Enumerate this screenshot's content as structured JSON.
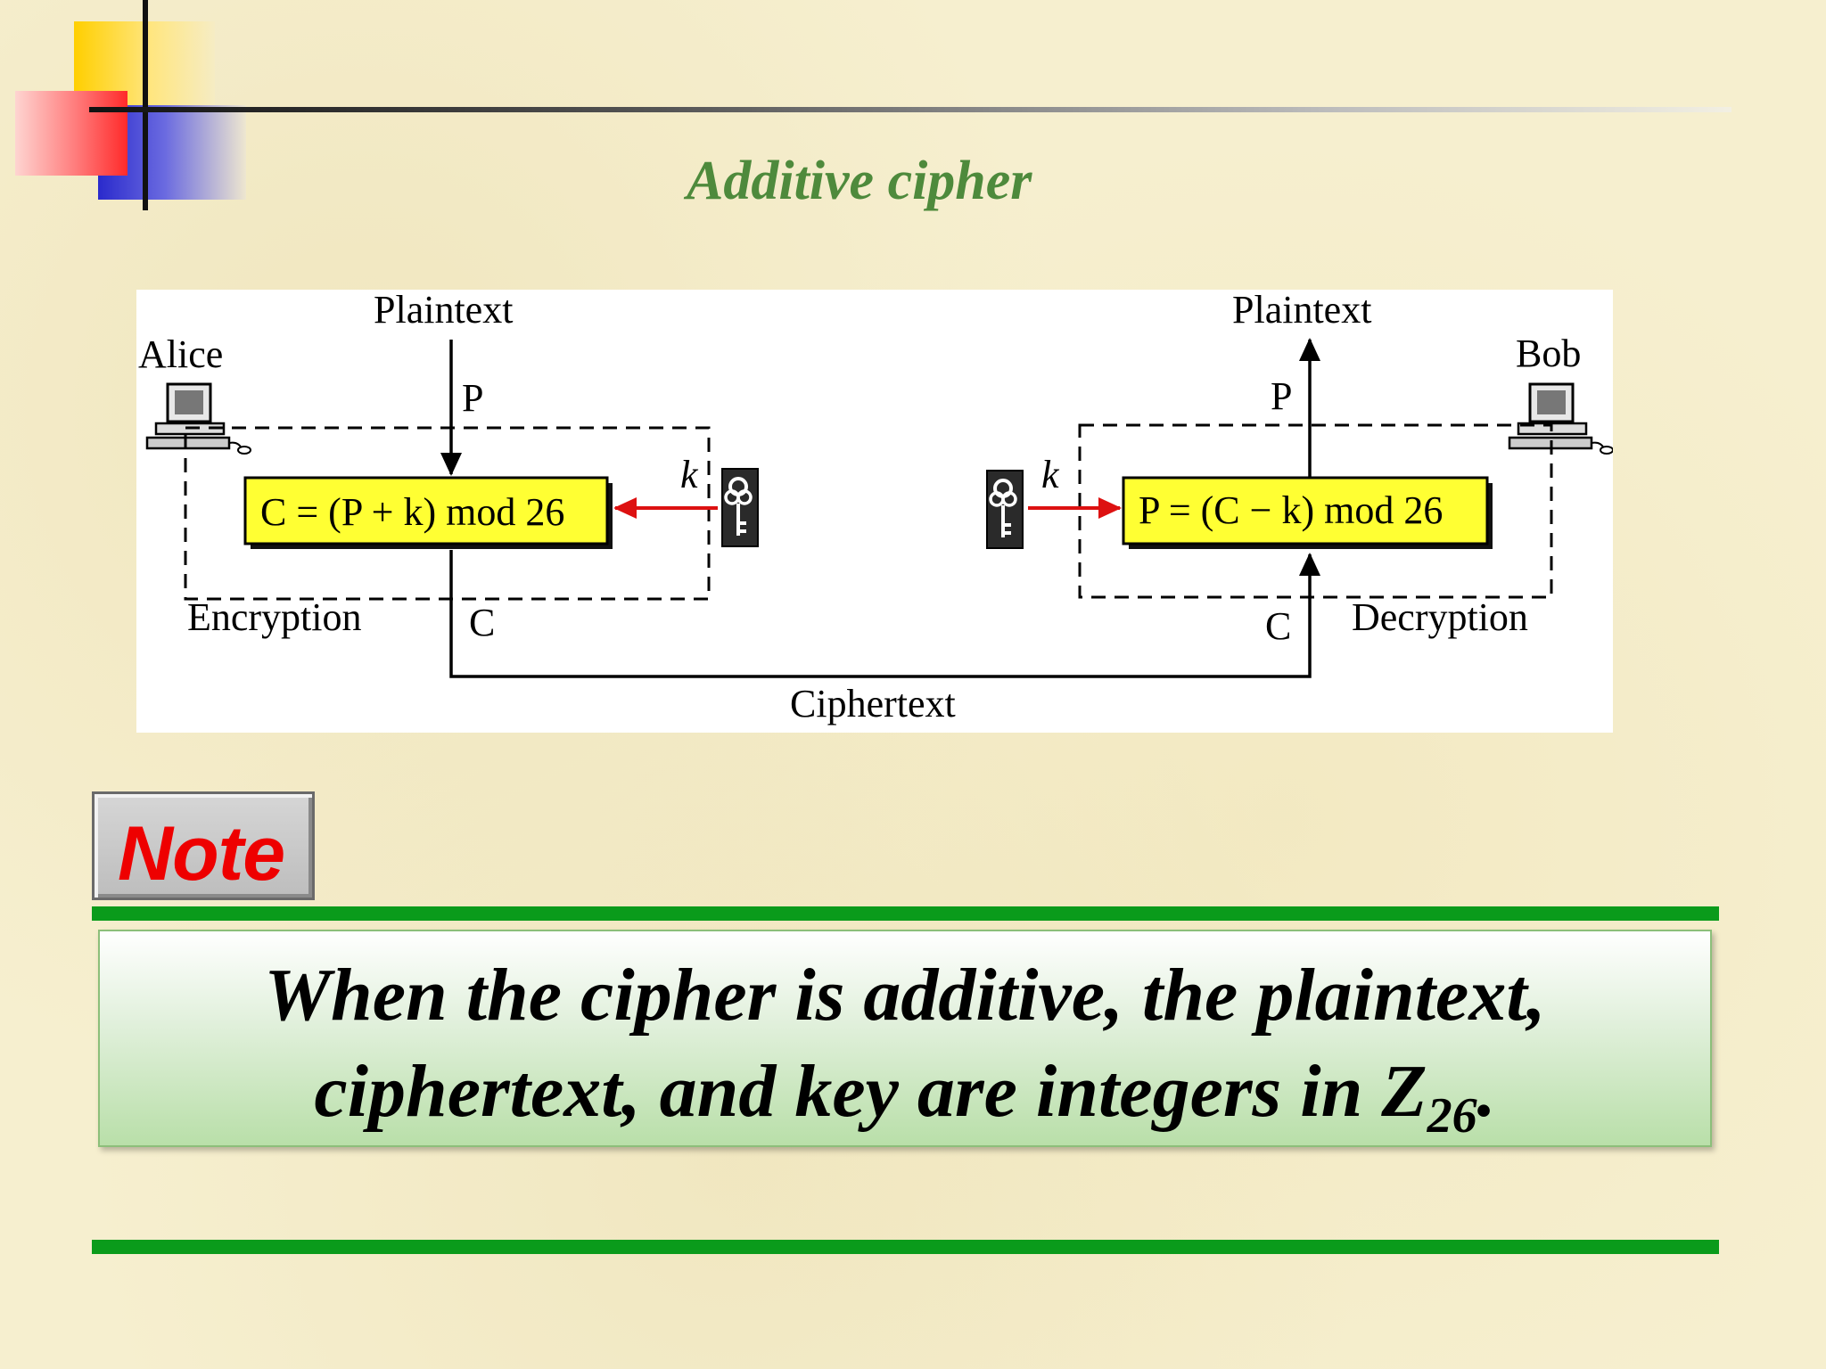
{
  "slide": {
    "title": "Additive cipher"
  },
  "diagram": {
    "alice": "Alice",
    "bob": "Bob",
    "plaintext_left": "Plaintext",
    "plaintext_right": "Plaintext",
    "p_left": "P",
    "p_right": "P",
    "c_left": "C",
    "c_right": "C",
    "k_left": "k",
    "k_right": "k",
    "encryption_formula": "C = (P + k) mod 26",
    "decryption_formula": "P = (C − k) mod 26",
    "encryption_label": "Encryption",
    "decryption_label": "Decryption",
    "ciphertext_label": "Ciphertext",
    "colors": {
      "formula_fill": "#ffff33",
      "key_arrow": "#dd1111"
    }
  },
  "note": {
    "label": "Note",
    "line1": "When the cipher is additive, the plaintext,",
    "line2_prefix": "ciphertext, and key are integers in Z",
    "line2_subscript": "26",
    "line2_suffix": "."
  },
  "colors": {
    "title": "#4e8a3c",
    "note_label": "#ee0000",
    "rules": "#0a9b1b"
  }
}
